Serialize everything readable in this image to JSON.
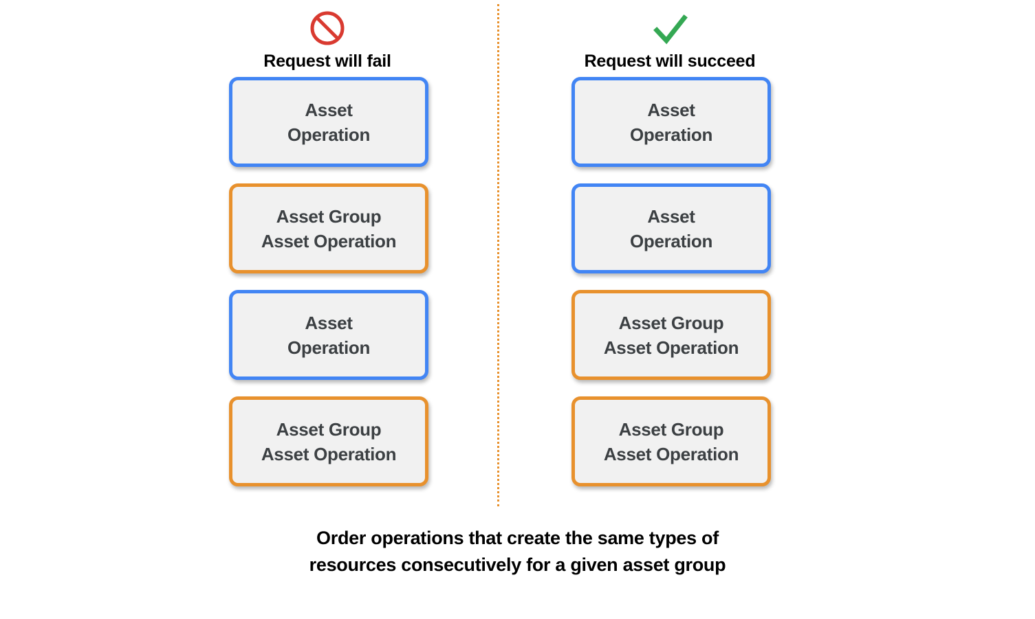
{
  "colors": {
    "blue": "#4285f4",
    "orange": "#e8912d",
    "box_fill": "#f1f1f1",
    "box_text": "#3c4043",
    "fail_icon": "#d93a30",
    "success_icon": "#34a853",
    "divider": "#e8912d",
    "caption_text": "#000000"
  },
  "columns": [
    {
      "id": "fail",
      "icon": "prohibited-icon",
      "header_label": "Request will fail",
      "boxes": [
        {
          "label": "Asset\nOperation",
          "border": "blue"
        },
        {
          "label": "Asset Group\nAsset Operation",
          "border": "orange"
        },
        {
          "label": "Asset\nOperation",
          "border": "blue"
        },
        {
          "label": "Asset Group\nAsset Operation",
          "border": "orange"
        }
      ]
    },
    {
      "id": "succeed",
      "icon": "checkmark-icon",
      "header_label": "Request will succeed",
      "boxes": [
        {
          "label": "Asset\nOperation",
          "border": "blue"
        },
        {
          "label": "Asset\nOperation",
          "border": "blue"
        },
        {
          "label": "Asset Group\nAsset Operation",
          "border": "orange"
        },
        {
          "label": "Asset Group\nAsset Operation",
          "border": "orange"
        }
      ]
    }
  ],
  "caption": "Order operations that create the same types of\nresources consecutively for a given asset group"
}
